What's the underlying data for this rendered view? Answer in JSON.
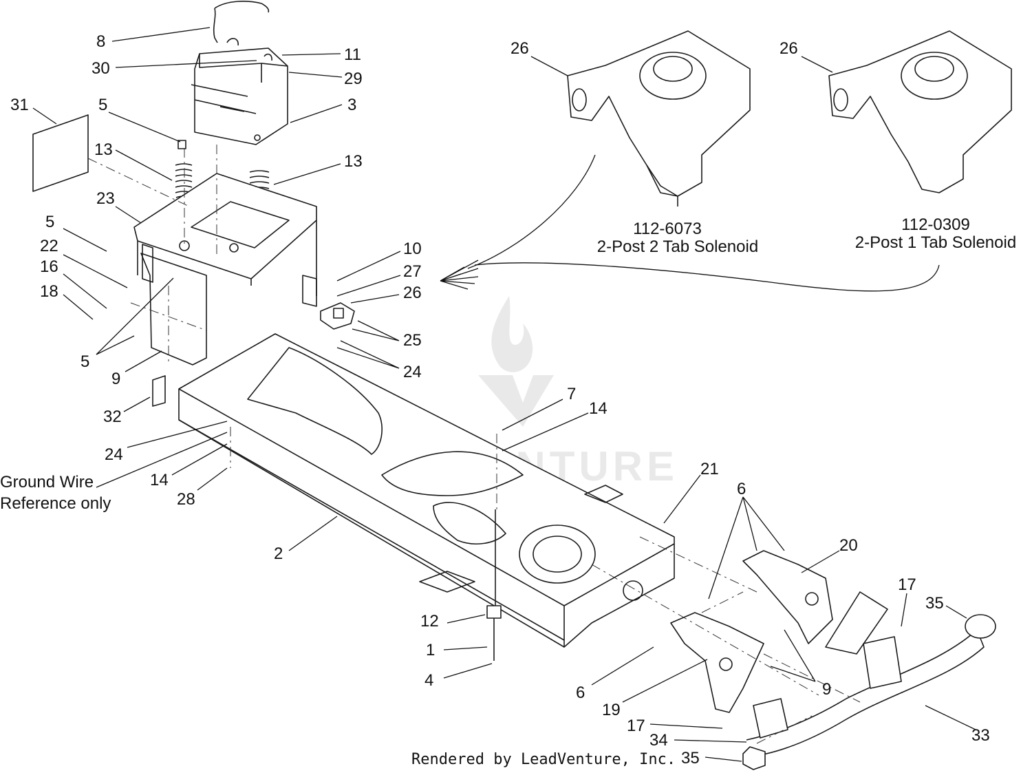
{
  "callouts": [
    {
      "text": "8"
    },
    {
      "text": "30"
    },
    {
      "text": "11"
    },
    {
      "text": "29"
    },
    {
      "text": "3"
    },
    {
      "text": "31"
    },
    {
      "text": "5"
    },
    {
      "text": "13"
    },
    {
      "text": "13"
    },
    {
      "text": "23"
    },
    {
      "text": "5"
    },
    {
      "text": "22"
    },
    {
      "text": "16"
    },
    {
      "text": "18"
    },
    {
      "text": "5"
    },
    {
      "text": "9"
    },
    {
      "text": "32"
    },
    {
      "text": "24"
    },
    {
      "text": "14"
    },
    {
      "text": "28"
    },
    {
      "text": "10"
    },
    {
      "text": "27"
    },
    {
      "text": "26"
    },
    {
      "text": "25"
    },
    {
      "text": "24"
    },
    {
      "text": "7"
    },
    {
      "text": "14"
    },
    {
      "text": "21"
    },
    {
      "text": "2"
    },
    {
      "text": "6"
    },
    {
      "text": "20"
    },
    {
      "text": "17"
    },
    {
      "text": "35"
    },
    {
      "text": "12"
    },
    {
      "text": "1"
    },
    {
      "text": "4"
    },
    {
      "text": "6"
    },
    {
      "text": "19"
    },
    {
      "text": "9"
    },
    {
      "text": "17"
    },
    {
      "text": "34"
    },
    {
      "text": "35"
    },
    {
      "text": "33"
    },
    {
      "text": "26"
    },
    {
      "text": "26"
    }
  ],
  "ground_wire": {
    "line1": "Ground Wire",
    "line2": "Reference only"
  },
  "solenoids": [
    {
      "part_number": "112-6073",
      "description": "2-Post 2 Tab Solenoid"
    },
    {
      "part_number": "112-0309",
      "description": "2-Post 1 Tab Solenoid"
    }
  ],
  "watermark": "LEADVENTURE",
  "footer": "Rendered by LeadVenture, Inc."
}
